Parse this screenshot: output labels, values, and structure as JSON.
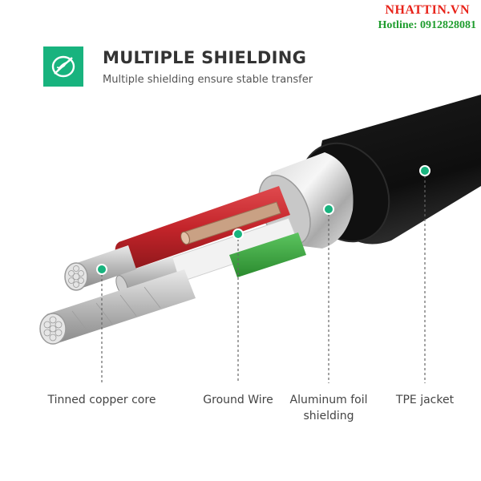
{
  "watermark": {
    "site": "NHATTIN.VN",
    "hotline": "Hotline: 0912828081"
  },
  "header": {
    "badge_icon": "shield-leaf-icon",
    "title": "MULTIPLE SHIELDING",
    "subtitle": "Multiple shielding ensure stable transfer"
  },
  "colors": {
    "accent": "#18b37e",
    "red_wire": "#c9282d",
    "green_wire": "#3aa83f",
    "jacket": "#1c1c1c"
  },
  "callouts": [
    {
      "label": "Tinned copper core"
    },
    {
      "label": "Ground Wire"
    },
    {
      "label": "Aluminum foil shielding"
    },
    {
      "label": "TPE jacket"
    }
  ]
}
